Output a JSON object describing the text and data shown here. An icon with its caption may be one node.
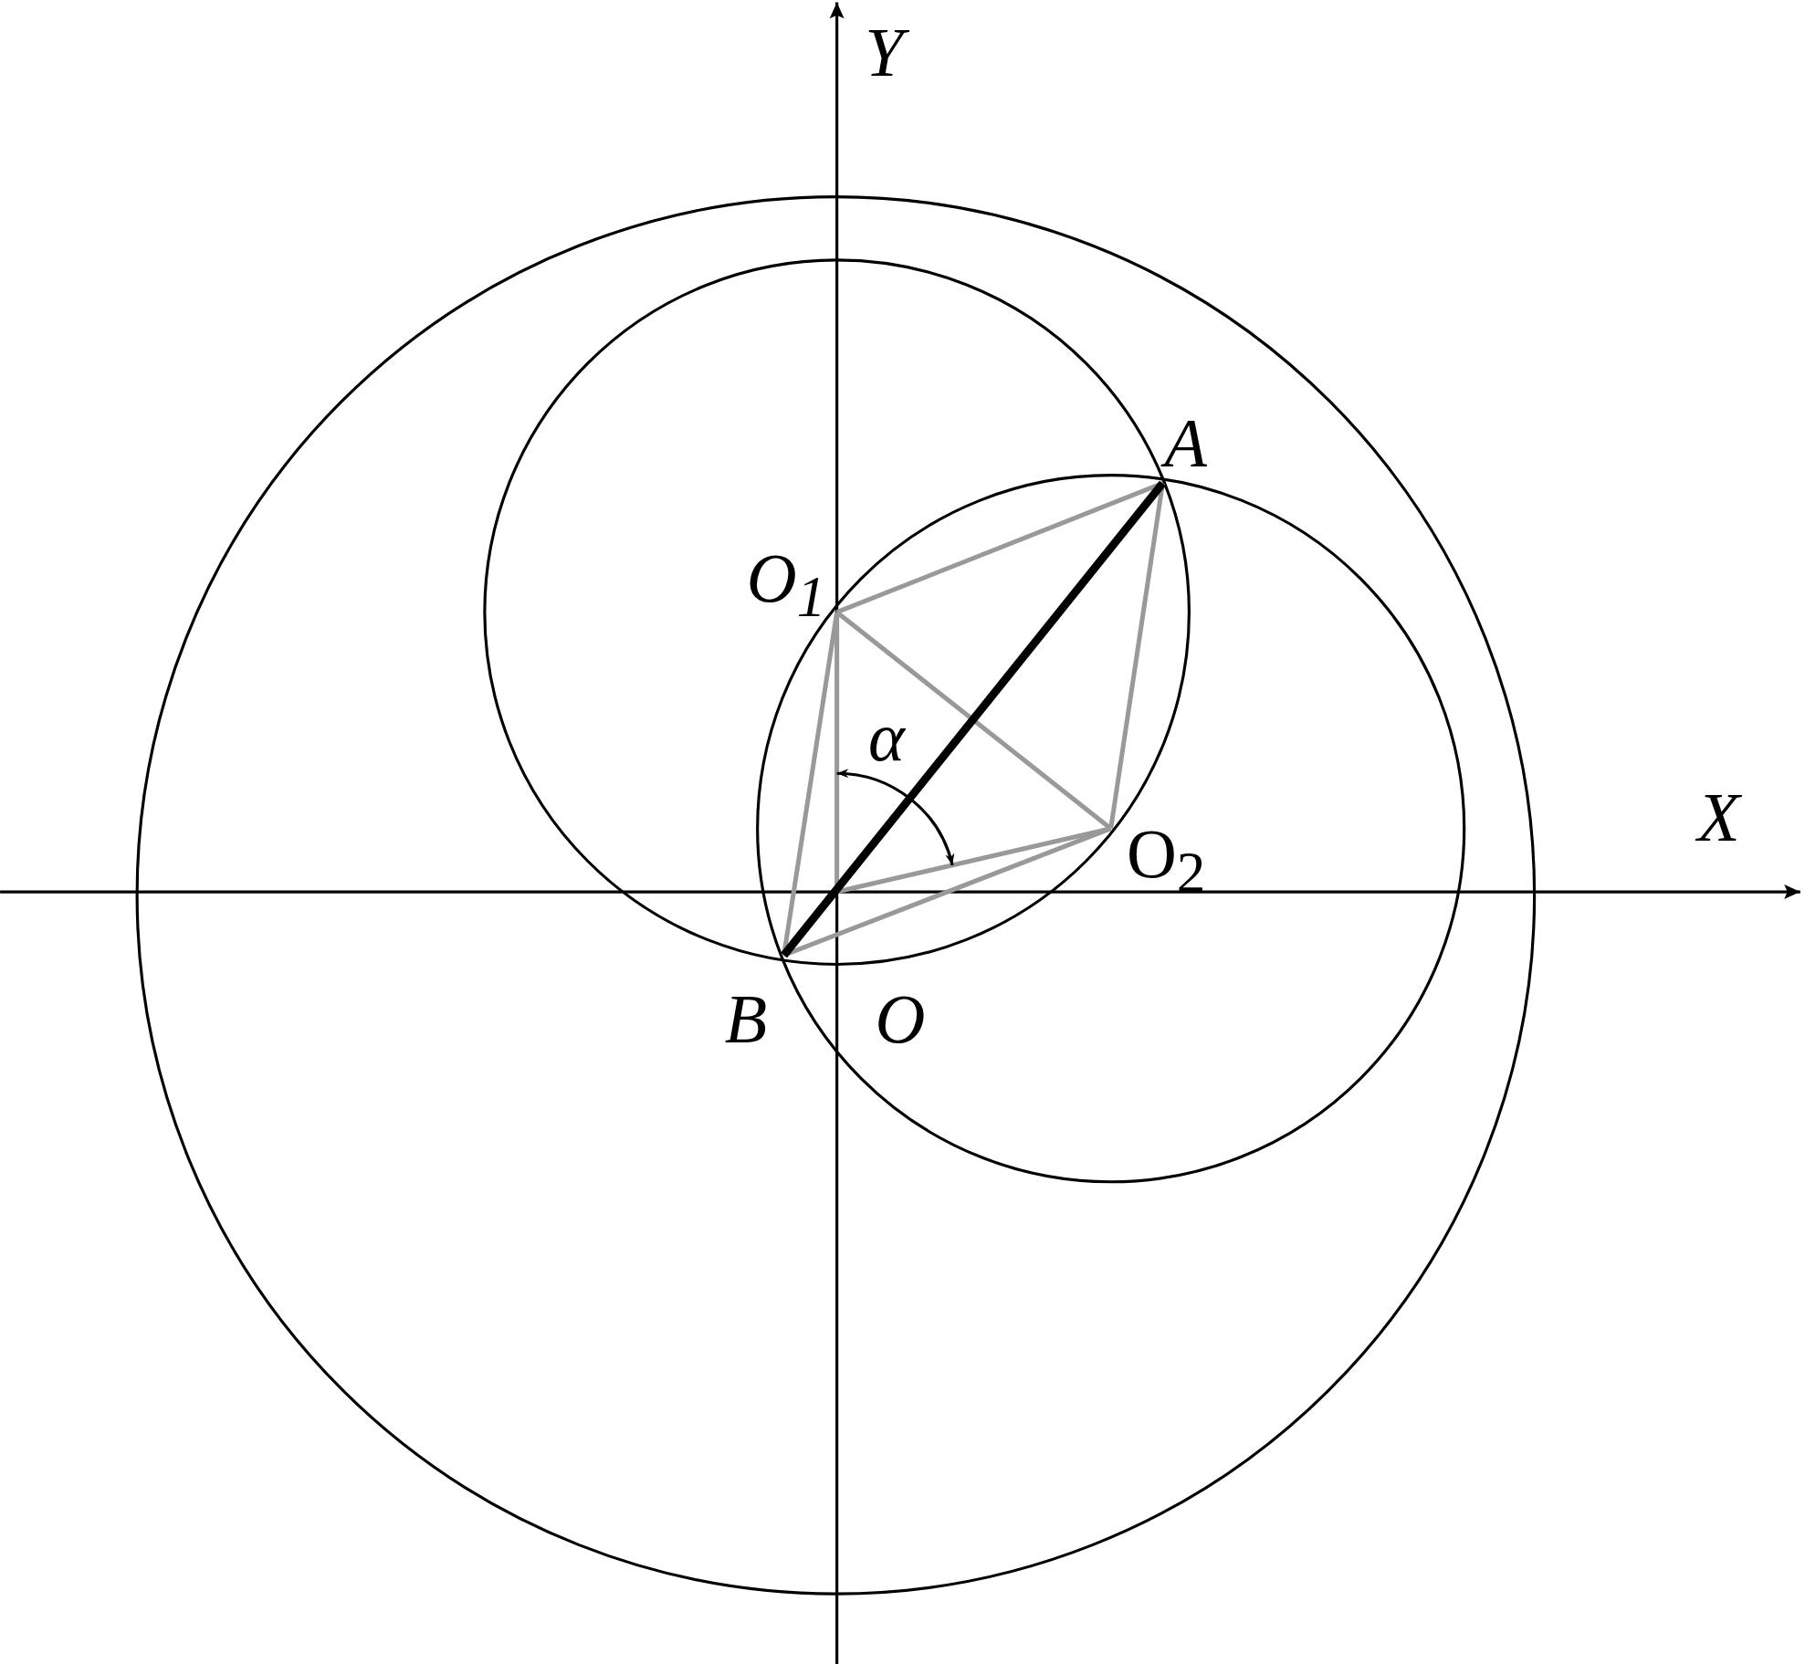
{
  "diagram": {
    "labels": [
      "Y",
      "A",
      "O$_{1}$",
      "α",
      "X",
      "O$_{2}$",
      "B",
      "O"
    ]
  }
}
